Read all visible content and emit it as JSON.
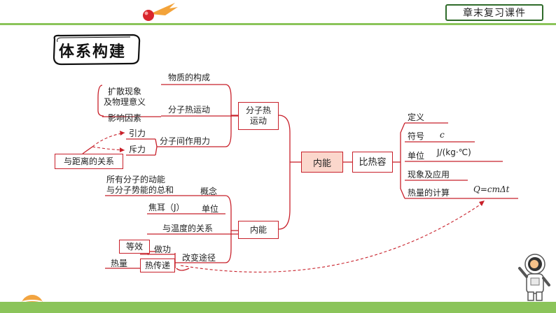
{
  "header": {
    "chapter_label": "章末复习课件"
  },
  "title": "体系构建",
  "diagram": {
    "center": "内能",
    "branches": {
      "molecular_motion": {
        "label": "分子热运动",
        "items": {
          "structure": "物质的构成",
          "thermal_motion": "分子热运动",
          "diffusion": "扩散现象",
          "physical_meaning": "及物理意义",
          "factors": "影响因素",
          "interaction": "分子间作用力",
          "attraction": "引力",
          "repulsion": "斥力",
          "distance_relation": "与距离的关系"
        }
      },
      "internal_energy": {
        "label": "内能",
        "items": {
          "definition_text_line1": "所有分子的动能",
          "definition_text_line2": "与分子势能的总和",
          "concept": "概念",
          "joule": "焦耳（J）",
          "unit": "单位",
          "temperature_relation": "与温度的关系",
          "change_ways": "改变途径",
          "work": "做功",
          "equivalent": "等效",
          "heat_transfer": "热传递",
          "heat": "热量"
        }
      },
      "specific_heat": {
        "label": "比热容",
        "items": {
          "definition": "定义",
          "symbol": "符号",
          "symbol_value": "c",
          "unit": "单位",
          "unit_value": "J/(kg·℃)",
          "phenomena": "现象及应用",
          "heat_calc": "热量的计算",
          "formula": "Q=cmΔt"
        }
      }
    }
  },
  "colors": {
    "accent_green": "#8bc45a",
    "line_red": "#c8202a",
    "center_fill": "#fbd7cc"
  }
}
